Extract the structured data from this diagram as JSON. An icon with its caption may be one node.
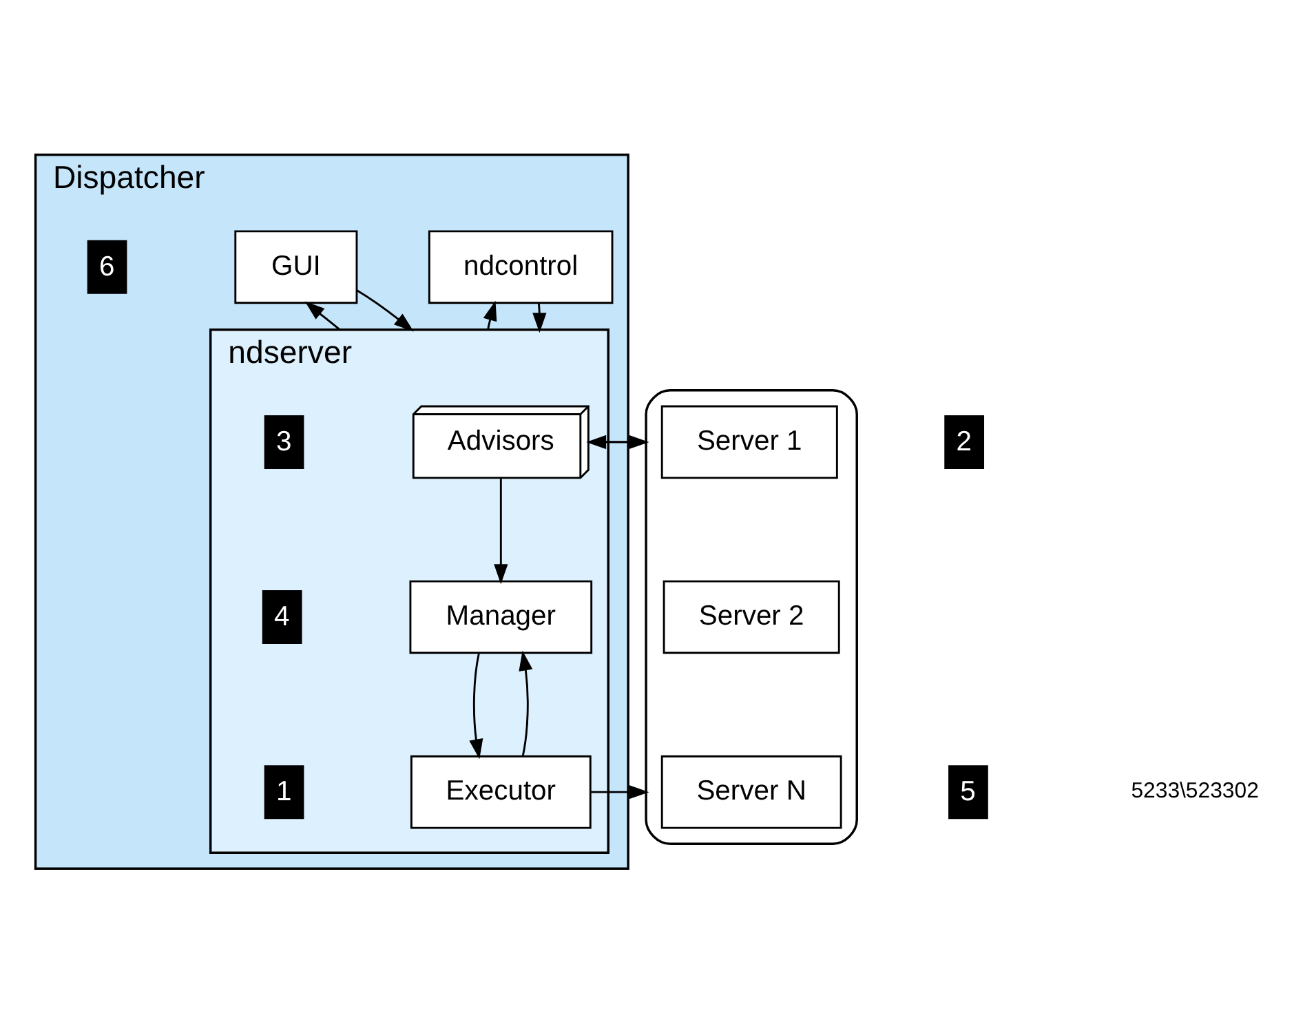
{
  "diagram": {
    "nodes": [
      {
        "text": [
          "Dispatcher"
        ]
      },
      {
        "text": [
          "ndcontrol"
        ],
        "in": 0
      },
      {
        "text": [
          "GUI"
        ],
        "in": 0
      },
      {
        "text": [
          "ndserver"
        ],
        "in": 0
      },
      {
        "text": [
          "Advisors"
        ],
        "in": 3
      },
      {
        "text": [
          "Manager"
        ],
        "in": 3
      },
      {
        "text": [
          "Executor"
        ],
        "in": 3
      },
      {
        "text": [],
        "shape": "ellipse"
      },
      {
        "text": [
          "Server 1"
        ],
        "in": 7
      },
      {
        "text": [
          "Server 2"
        ],
        "in": 7
      },
      {
        "text": [
          "Server N"
        ],
        "in": 7
      }
    ],
    "edges": [
      {
        "from": 1,
        "to": 3,
        "arrow": "to"
      },
      {
        "from": 3,
        "to": 1,
        "arrow": "to"
      },
      {
        "from": 2,
        "to": 3,
        "arrow": "to"
      },
      {
        "from": 3,
        "to": 2,
        "arrow": "to"
      },
      {
        "from": 4,
        "to": 7,
        "arrow": "to"
      },
      {
        "from": 7,
        "to": 4,
        "arrow": "to"
      },
      {
        "from": 4,
        "to": 5,
        "arrow": "to"
      },
      {
        "from": 5,
        "to": 6,
        "arrow": "to"
      },
      {
        "from": 6,
        "to": 5,
        "arrow": "to"
      },
      {
        "from": 6,
        "to": 7,
        "arrow": "to"
      }
    ],
    "labels": [
      "6",
      "2",
      "3",
      "4",
      "1",
      "5",
      "5233\\523302"
    ]
  }
}
